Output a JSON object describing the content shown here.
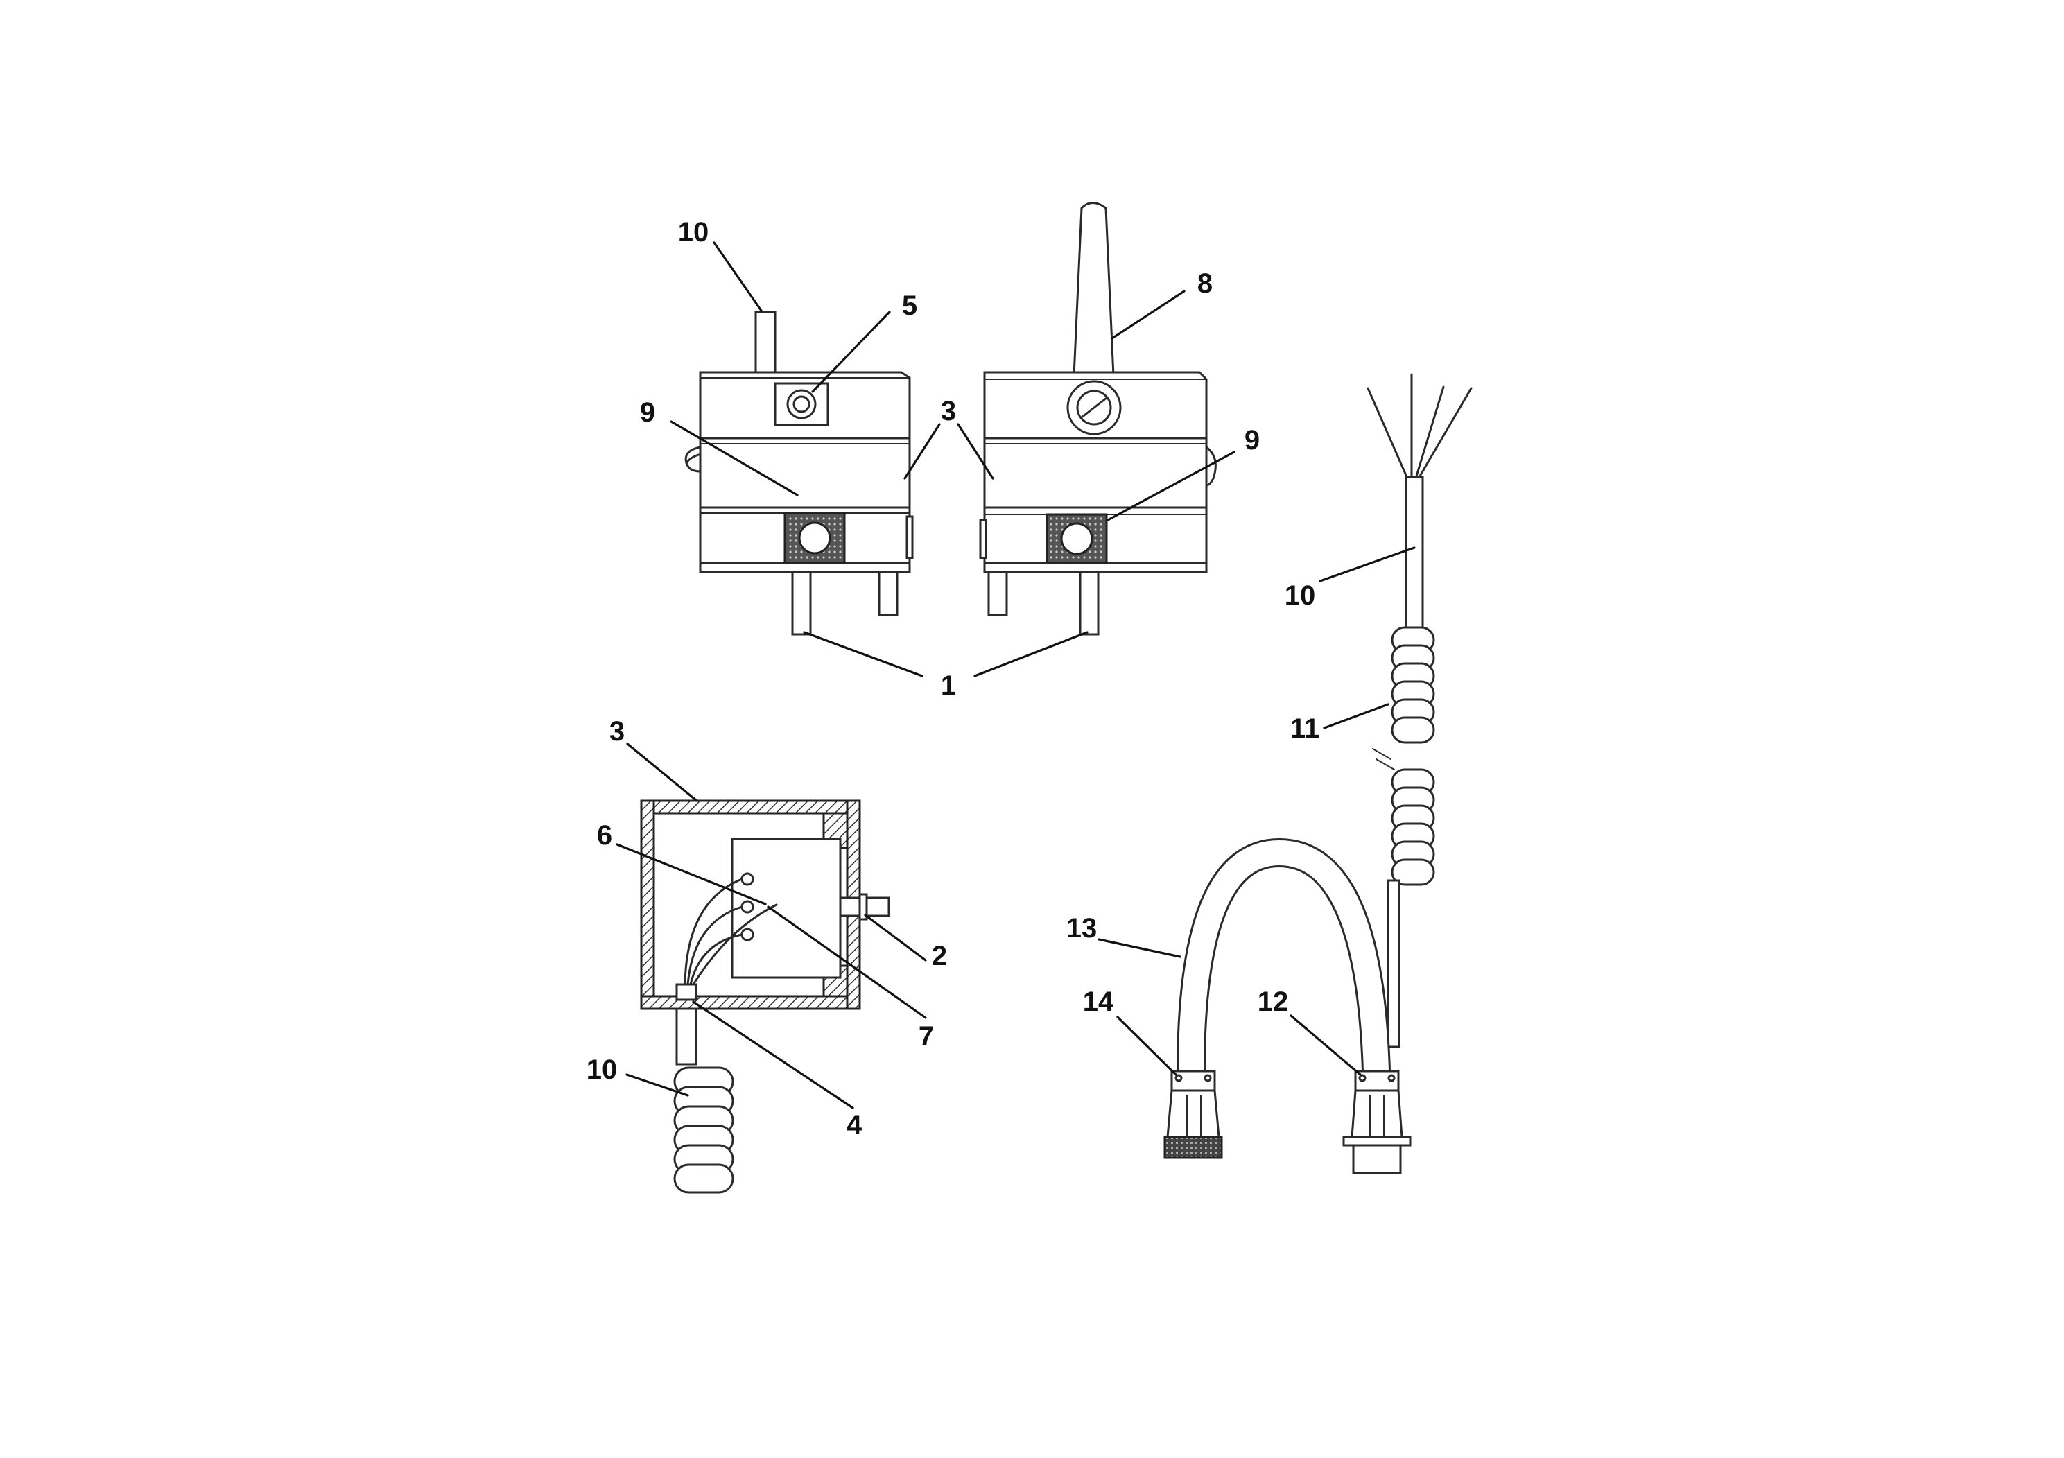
{
  "callouts": [
    {
      "key": "c1",
      "text": "10"
    },
    {
      "key": "c2",
      "text": "5"
    },
    {
      "key": "c3",
      "text": "8"
    },
    {
      "key": "c4",
      "text": "9"
    },
    {
      "key": "c5",
      "text": "3"
    },
    {
      "key": "c6",
      "text": "9"
    },
    {
      "key": "c7",
      "text": "10"
    },
    {
      "key": "c8",
      "text": "1"
    },
    {
      "key": "c9",
      "text": "11"
    },
    {
      "key": "c10",
      "text": "3"
    },
    {
      "key": "c11",
      "text": "6"
    },
    {
      "key": "c12",
      "text": "2"
    },
    {
      "key": "c13",
      "text": "7"
    },
    {
      "key": "c14",
      "text": "13"
    },
    {
      "key": "c15",
      "text": "14"
    },
    {
      "key": "c16",
      "text": "12"
    },
    {
      "key": "c17",
      "text": "10"
    },
    {
      "key": "c18",
      "text": "4"
    }
  ]
}
